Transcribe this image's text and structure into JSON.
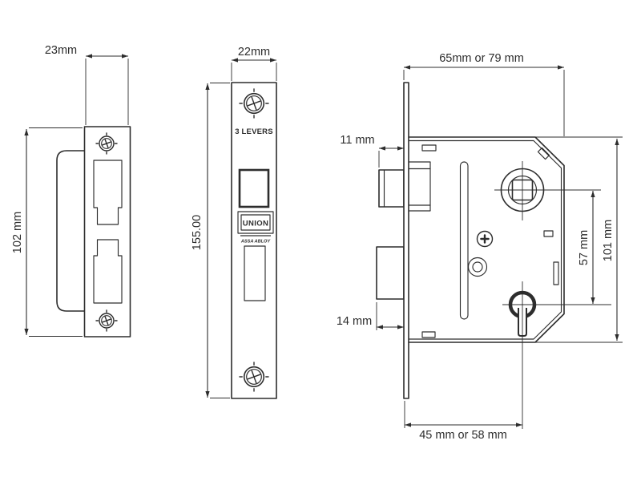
{
  "colors": {
    "line": "#2d2d2d",
    "background": "#ffffff"
  },
  "strike_plate_view": {
    "width_label": "23mm",
    "height_label": "102 mm"
  },
  "faceplate_view": {
    "width_label": "22mm",
    "height_label": "155.00",
    "levers_label": "3 LEVERS",
    "logo_text": "UNION",
    "logo_subtext": "ASSA ABLOY"
  },
  "lock_body_view": {
    "depth_label": "65mm or 79 mm",
    "latch_projection_label": "11 mm",
    "deadbolt_projection_label": "14 mm",
    "spindle_to_keyhole_label": "57 mm",
    "height_label": "101 mm",
    "backset_label": "45 mm or 58 mm"
  }
}
